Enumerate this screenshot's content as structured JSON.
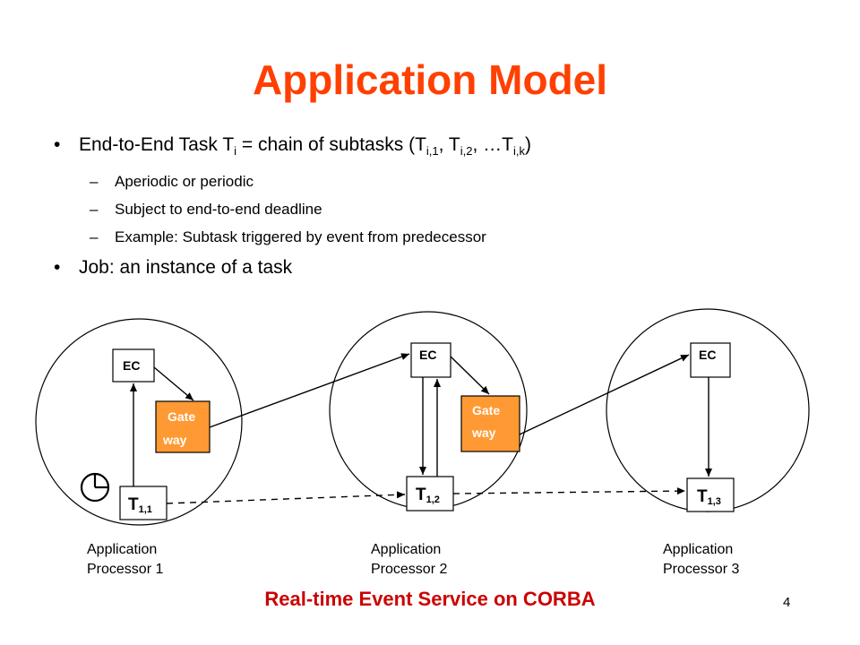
{
  "title": "Application Model",
  "colors": {
    "title": "#ff4000",
    "footer": "#cc0000",
    "gateway": "#ff9933"
  },
  "bullets": {
    "b1_pre": "End-to-End Task T",
    "b1_i": "i",
    "b1_mid": " = chain of subtasks (T",
    "b1_s1": "i,1",
    "b1_sep1": ", T",
    "b1_s2": "i,2",
    "b1_sep2": ", …T",
    "b1_sk": "i,k",
    "b1_end": ")",
    "sub1": "Aperiodic or periodic",
    "sub2": "Subject to end-to-end deadline",
    "sub3": "Example: Subtask triggered by event from predecessor",
    "b2": "Job: an instance of a task",
    "bullet_glyph": "•",
    "dash_glyph": "–"
  },
  "diagram": {
    "ec_label": "EC",
    "gate_line1": "Gate",
    "gate_line2": "way",
    "task_T": "T",
    "t11_sub": "1,1",
    "t12_sub": "1,2",
    "t13_sub": "1,3",
    "clock_icon": "clock-icon"
  },
  "processors": [
    {
      "line1": "Application",
      "line2": "Processor 1"
    },
    {
      "line1": "Application",
      "line2": "Processor 2"
    },
    {
      "line1": "Application",
      "line2": "Processor 3"
    }
  ],
  "footer": "Real-time Event Service on CORBA",
  "page_number": "4"
}
